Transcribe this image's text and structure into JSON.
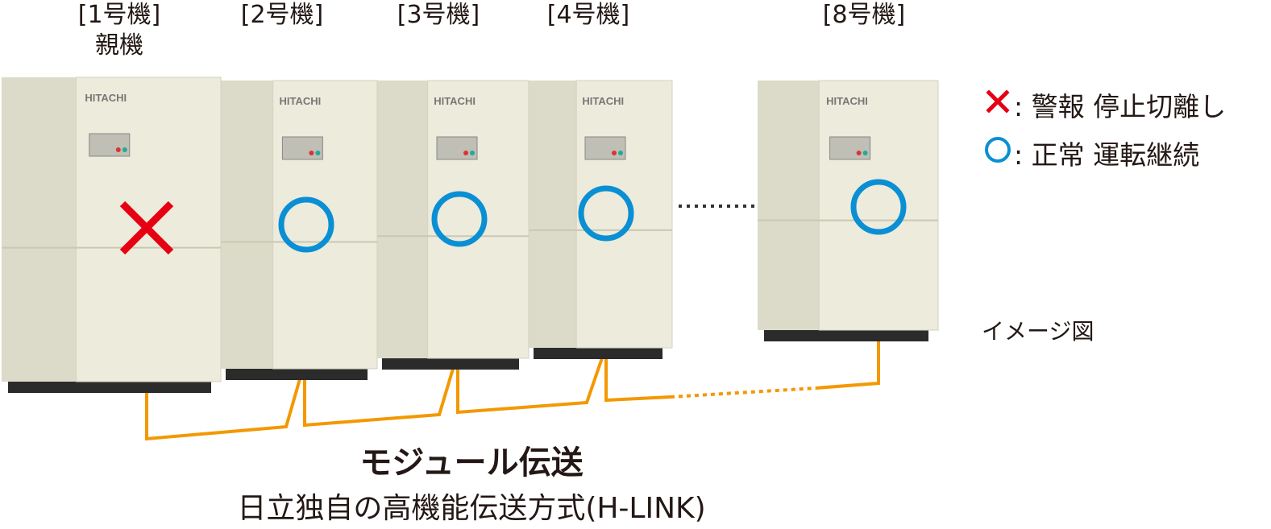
{
  "units": [
    {
      "label": "[1号機]",
      "sublabel": "親機",
      "status": "stop"
    },
    {
      "label": "[2号機]",
      "status": "normal"
    },
    {
      "label": "[3号機]",
      "status": "normal"
    },
    {
      "label": "[4号機]",
      "status": "normal"
    },
    {
      "label": "[8号機]",
      "status": "normal"
    }
  ],
  "brand": "HITACHI",
  "legend": {
    "stop_text": ": 警報 停止切離し",
    "normal_text": ": 正常 運転継続"
  },
  "image_note": "イメージ図",
  "caption": {
    "title": "モジュール伝送",
    "subtitle": "日立独自の高機能伝送方式(H-LINK)"
  },
  "colors": {
    "stop_mark": "#e60012",
    "normal_mark": "#0a8fd4",
    "link_line": "#f39800",
    "cabinet": "#ecebdc",
    "cabinet_side": "#dcdbc9",
    "base": "#2b2b2b"
  }
}
